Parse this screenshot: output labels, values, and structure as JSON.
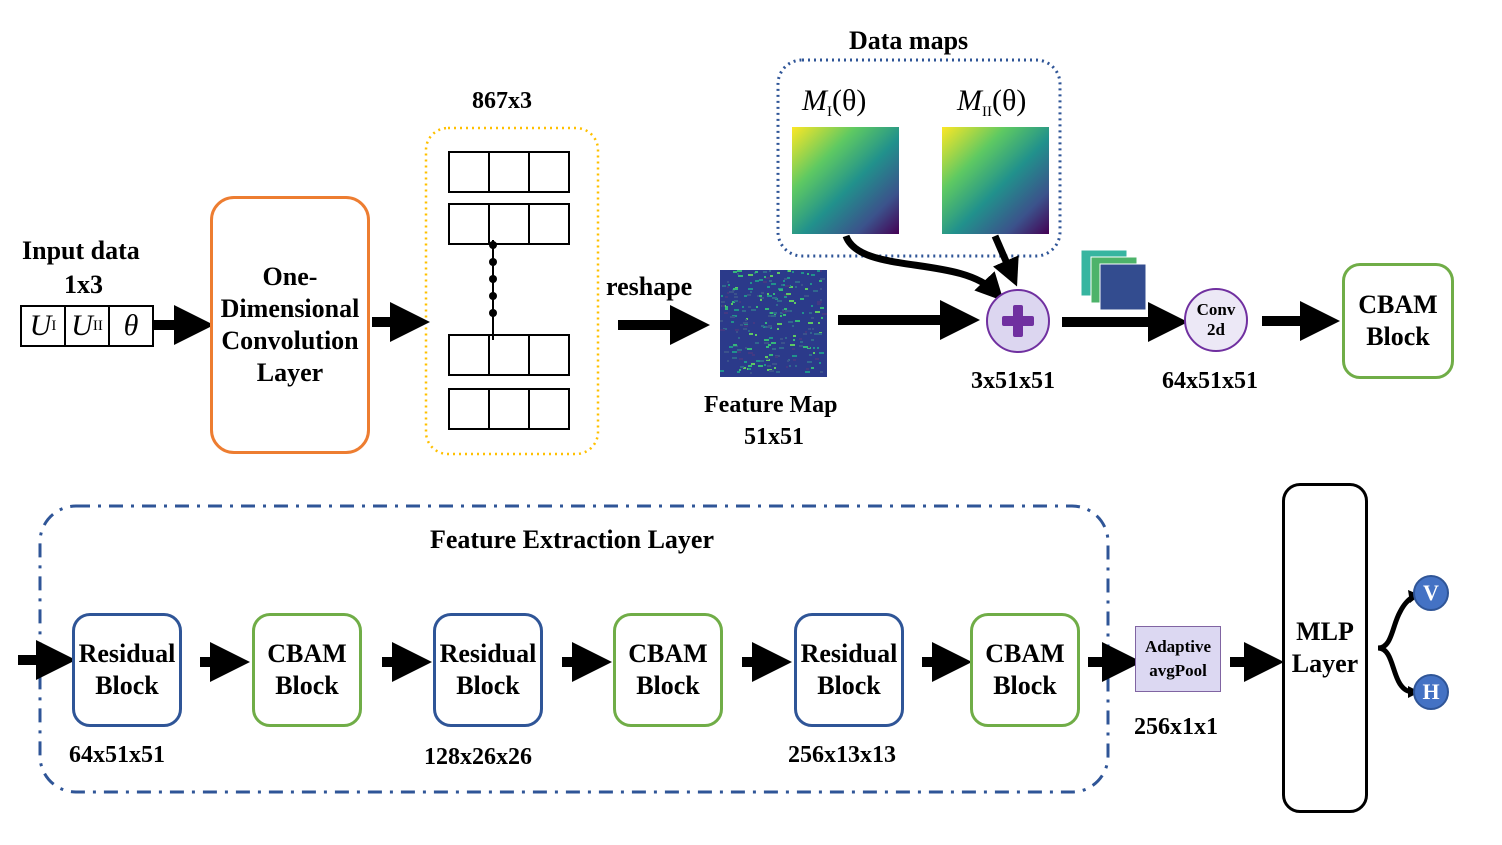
{
  "input": {
    "title": "Input data",
    "shape": "1x3",
    "cells": [
      "U",
      "U",
      "θ"
    ],
    "sub1": "I",
    "sub2": "II"
  },
  "conv1d": {
    "line1": "One-",
    "line2": "Dimensional",
    "line3": "Convolution",
    "line4": "Layer"
  },
  "array": {
    "label": "867x3"
  },
  "reshape": {
    "label": "reshape"
  },
  "feature_map": {
    "line1": "Feature Map",
    "line2": "51x51"
  },
  "data_maps": {
    "title": "Data maps",
    "m1": "M",
    "m1_sub": "I",
    "m1_arg": "(θ)",
    "m2": "M",
    "m2_sub": "II",
    "m2_arg": "(θ)"
  },
  "sum": {
    "label": "3x51x51"
  },
  "conv2d": {
    "line1": "Conv",
    "line2": "2d",
    "shape": "64x51x51"
  },
  "cbam_top": {
    "line1": "CBAM",
    "line2": "Block"
  },
  "feature_extraction": {
    "title": "Feature Extraction Layer",
    "blocks": [
      {
        "line1": "Residual",
        "line2": "Block",
        "shape": "64x51x51"
      },
      {
        "line1": "CBAM",
        "line2": "Block"
      },
      {
        "line1": "Residual",
        "line2": "Block",
        "shape": "128x26x26"
      },
      {
        "line1": "CBAM",
        "line2": "Block"
      },
      {
        "line1": "Residual",
        "line2": "Block",
        "shape": "256x13x13"
      },
      {
        "line1": "CBAM",
        "line2": "Block"
      }
    ]
  },
  "pool": {
    "line1": "Adaptive",
    "line2": "avgPool",
    "shape": "256x1x1"
  },
  "mlp": {
    "line1": "MLP",
    "line2": "Layer"
  },
  "outputs": {
    "v": "V",
    "h": "H"
  },
  "colors": {
    "orange": "#ed7d31",
    "green": "#70ad47",
    "blue": "#2f5597",
    "yellow": "#ffc000",
    "purple": "#7030a0",
    "output_fill": "#4472c4"
  }
}
